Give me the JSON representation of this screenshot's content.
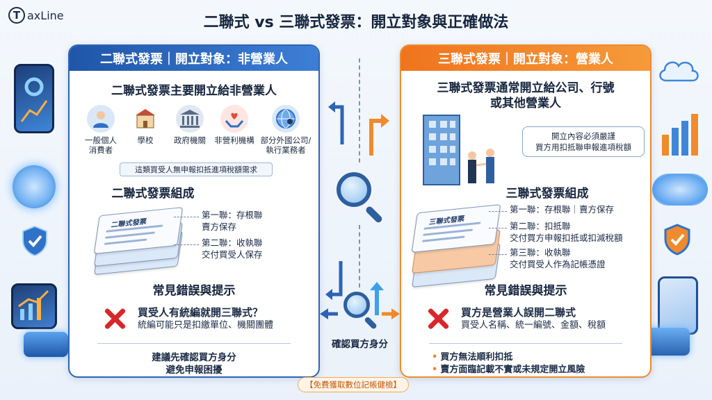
{
  "brand": {
    "logo_letter": "T",
    "logo_rest": "axLine"
  },
  "title": "二聯式 vs 三聯式發票：開立對象與正確做法",
  "left": {
    "header": "二聯式發票｜開立對象：非營業人",
    "intro": "二聯式發票主要開立給非營業人",
    "targets": [
      {
        "icon": "person-icon",
        "label": "一般個人\n消費者"
      },
      {
        "icon": "school-icon",
        "label": "學校"
      },
      {
        "icon": "government-building-icon",
        "label": "政府機關"
      },
      {
        "icon": "heart-hands-icon",
        "label": "非營利機構"
      },
      {
        "icon": "globe-person-icon",
        "label": "部分外國公司/\n執行業務者"
      }
    ],
    "note": "這類買受人無申報扣抵進項稅額需求",
    "composition_title": "二聯式發票組成",
    "doc_label": "二聯式發票",
    "copies": [
      {
        "name": "第一聯：存根聯",
        "desc": "賣方保存"
      },
      {
        "name": "第二聯：收執聯",
        "desc": "交付買受人保存"
      }
    ],
    "mistakes_title": "常見錯誤與提示",
    "mistake_head": "買受人有統編就開三聯式？",
    "mistake_desc": "統編可能只是扣繳單位、機關團體",
    "advice_1": "建議先確認買方身分",
    "advice_2": "避免申報困擾"
  },
  "right": {
    "header": "三聯式發票｜開立對象：營業人",
    "intro_1": "三聯式發票通常開立給公司、行號",
    "intro_2": "或其他營業人",
    "callout_1": "開立內容必須嚴謹",
    "callout_2": "買方用扣抵聯申報進項稅額",
    "composition_title": "三聯式發票組成",
    "doc_label": "三聯式發票",
    "copies": [
      {
        "name": "第一聯：存根聯｜賣方保存",
        "desc": ""
      },
      {
        "name": "第二聯：扣抵聯",
        "desc": "交付買方申報扣抵或扣減稅額"
      },
      {
        "name": "第三聯：收執聯",
        "desc": "交付買受人作為記帳憑證"
      }
    ],
    "mistakes_title": "常見錯誤與提示",
    "mistake_head": "買方是營業人誤開二聯式",
    "mistake_desc": "買受人名稱、統一編號、金額、稅額",
    "risk_1": "買方無法順利扣抵",
    "risk_2": "賣方面臨記載不實或未規定開立風險"
  },
  "center": {
    "confirm_label": "確認買方身分"
  },
  "cta": "【免費獲取數位記帳健檢】",
  "colors": {
    "left_accent": "#2d64b5",
    "right_accent": "#f08a2c",
    "error": "#d8262b"
  }
}
